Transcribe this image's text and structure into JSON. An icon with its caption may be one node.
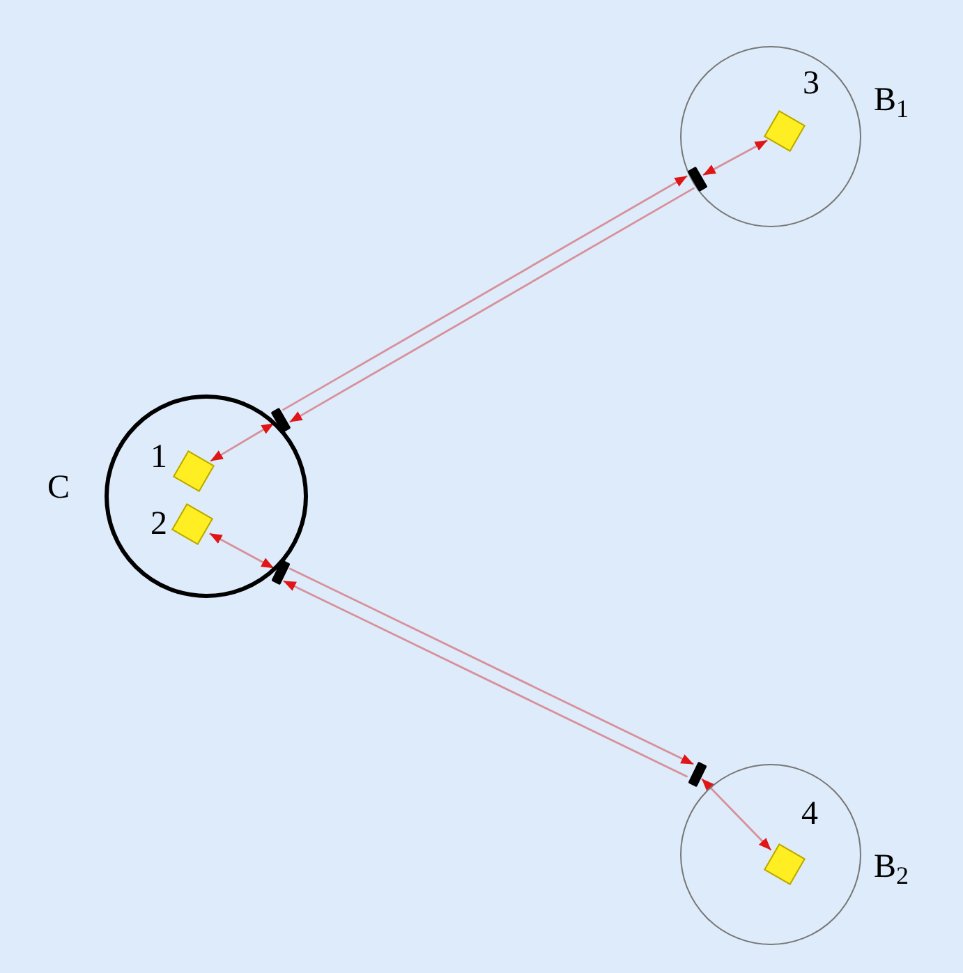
{
  "diagram": {
    "nodes": [
      {
        "text": [
          "C"
        ]
      },
      {
        "text": [
          "1"
        ],
        "in": 0
      },
      {
        "text": [
          "2"
        ],
        "in": 0
      },
      {
        "text": [],
        "shape": "bar",
        "in": 0
      },
      {
        "text": [],
        "shape": "bar",
        "in": 0
      },
      {
        "text": [
          "B$_{1}$"
        ]
      },
      {
        "text": [
          "3"
        ],
        "in": 5
      },
      {
        "text": [],
        "shape": "bar",
        "in": 5
      },
      {
        "text": [
          "B$_{2}$"
        ]
      },
      {
        "text": [
          "4"
        ],
        "in": 8
      },
      {
        "text": [],
        "shape": "bar",
        "in": 8
      }
    ],
    "edges": [
      {
        "from": 1,
        "to": 3,
        "arrow": "both"
      },
      {
        "from": 3,
        "to": 7,
        "arrow": "to"
      },
      {
        "from": 7,
        "to": 3,
        "arrow": "to"
      },
      {
        "from": 7,
        "to": 6,
        "arrow": "both"
      },
      {
        "from": 2,
        "to": 4,
        "arrow": "both"
      },
      {
        "from": 4,
        "to": 10,
        "arrow": "to"
      },
      {
        "from": 10,
        "to": 4,
        "arrow": "to"
      },
      {
        "from": 10,
        "to": 9,
        "arrow": "both"
      }
    ]
  }
}
